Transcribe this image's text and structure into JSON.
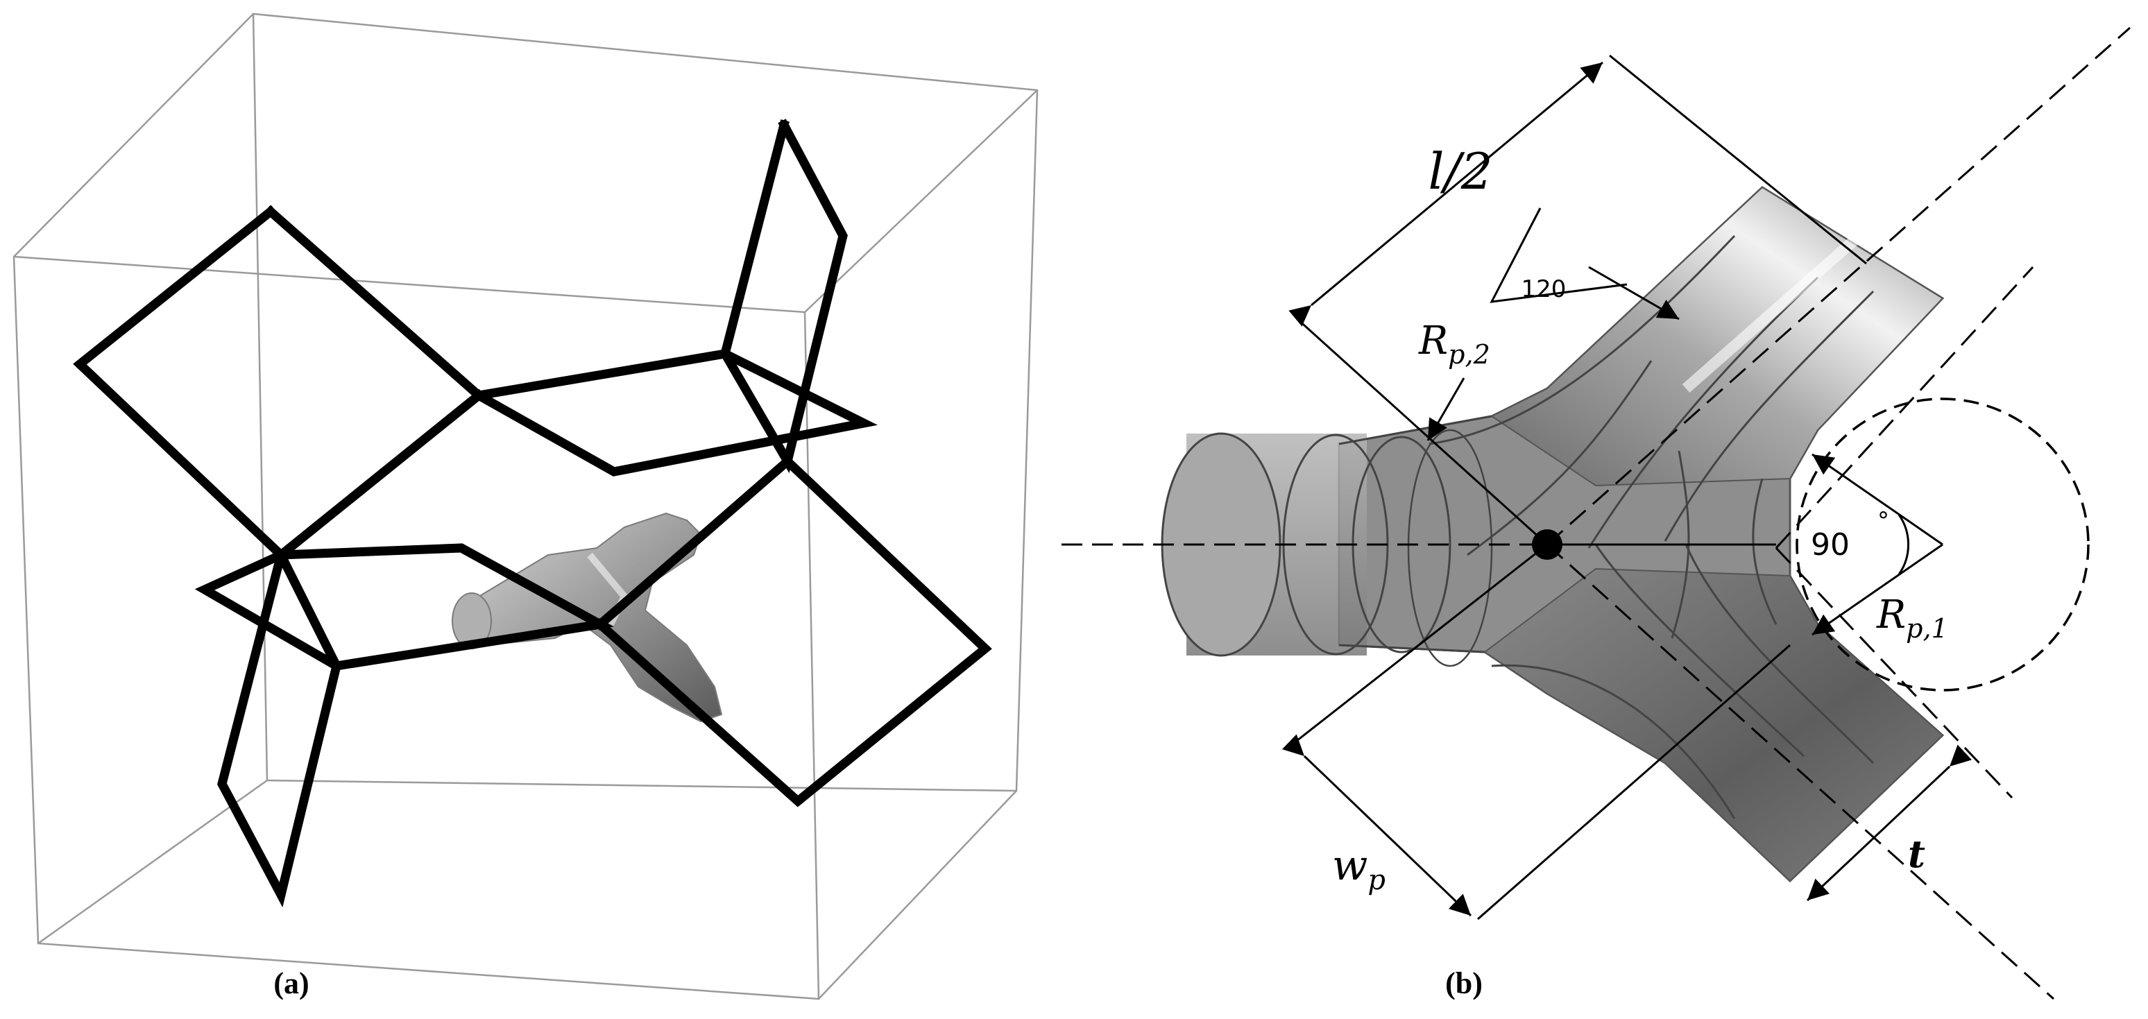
{
  "figure": {
    "panel_a": {
      "caption": "(a)"
    },
    "panel_b": {
      "caption": "(b)",
      "labels": {
        "half_length": "l/2",
        "angle_120": "120",
        "radius_2_main": "R",
        "radius_2_sub": "p,2",
        "angle_90": "90",
        "degree": "°",
        "radius_1_main": "R",
        "radius_1_sub": "p,1",
        "width_main": "w",
        "width_sub": "p",
        "thickness": "t"
      }
    }
  }
}
